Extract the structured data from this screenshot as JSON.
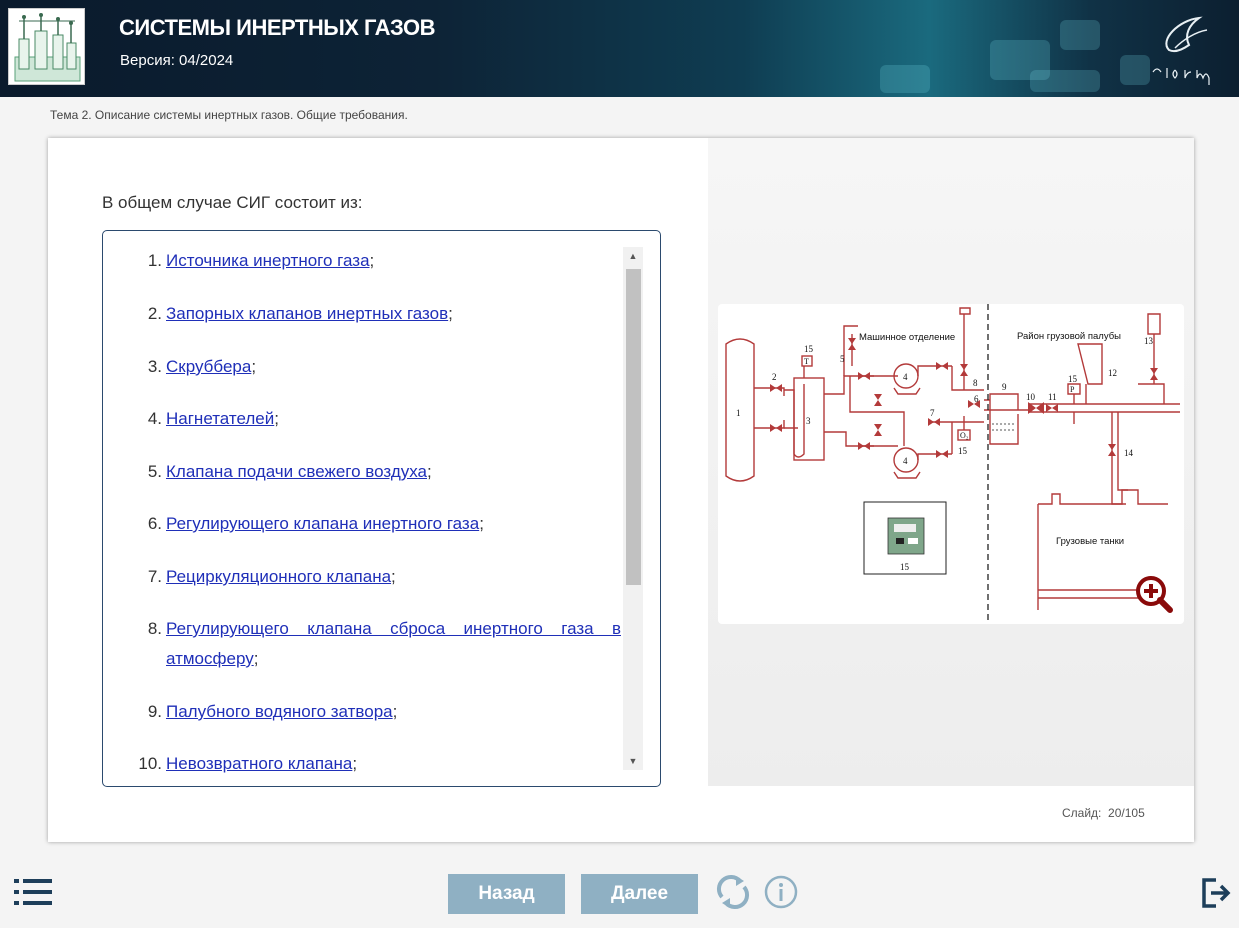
{
  "header": {
    "title": "СИСТЕМЫ ИНЕРТНЫХ ГАЗОВ",
    "version": "Версия: 04/2024"
  },
  "breadcrumb": "Тема 2. Описание системы инертных газов. Общие требования.",
  "content": {
    "intro": "В общем случае СИГ состоит из:",
    "items": [
      {
        "num": "1.",
        "link": "Источника инертного газа",
        "suffix": ";"
      },
      {
        "num": "2.",
        "link": "Запорных клапанов инертных газов",
        "suffix": ";"
      },
      {
        "num": "3.",
        "link": "Скруббера",
        "suffix": ";"
      },
      {
        "num": "4.",
        "link": "Нагнетателей",
        "suffix": ";"
      },
      {
        "num": "5.",
        "link": "Клапана подачи свежего воздуха",
        "suffix": ";"
      },
      {
        "num": "6.",
        "link": "Регулирующего клапана инертного газа",
        "suffix": ";"
      },
      {
        "num": "7.",
        "link": "Рециркуляционного клапана",
        "suffix": ";"
      },
      {
        "num": "8.",
        "link": "Регулирующего клапана сброса инертного газа в атмосферу",
        "suffix": ";"
      },
      {
        "num": "9.",
        "link": "Палубного водяного затвора",
        "suffix": ";"
      },
      {
        "num": "10.",
        "link": "Невозвратного клапана",
        "suffix": ";"
      }
    ]
  },
  "diagram": {
    "label_engine_room": "Машинное отделение",
    "label_deck_area": "Район грузовой палубы",
    "label_cargo_tanks": "Грузовые танки",
    "o2_label": "O₂",
    "t_label": "T",
    "p_label": "P",
    "numbers": [
      "1",
      "2",
      "3",
      "4",
      "4",
      "5",
      "6",
      "7",
      "8",
      "9",
      "10",
      "11",
      "12",
      "13",
      "14",
      "15",
      "15",
      "15",
      "15"
    ]
  },
  "slide_counter": "Слайд:  20/105",
  "nav": {
    "back_label": "Назад",
    "next_label": "Далее"
  },
  "colors": {
    "accent_button": "#8fb0c3",
    "link": "#1f2fb8",
    "diagram_red": "#b33a3a",
    "list_border": "#2b4a6e"
  }
}
